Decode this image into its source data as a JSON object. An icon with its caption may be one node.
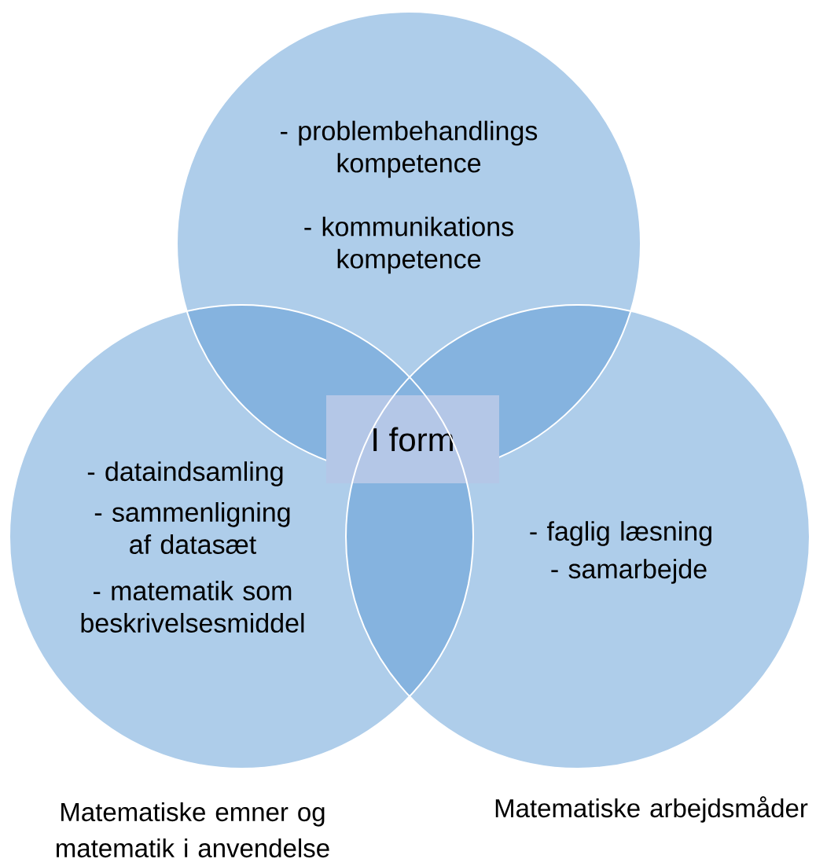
{
  "diagram": {
    "nodes": [
      {
        "text": [
          "- problembehandlings kompetence",
          "- kommunikations kompetence"
        ]
      },
      {
        "text": [
          "I form"
        ]
      },
      {
        "text": [
          "- dataindsamling",
          "- sammenligning af datasæt",
          "- matematik som beskrivelsesmiddel"
        ],
        "beside": [
          "Matematiske emner og matematik i anvendelse"
        ]
      },
      {
        "text": [
          "- faglig læsning",
          "- samarbejde"
        ],
        "beside": [
          "Matematiske arbejdsmåder"
        ]
      }
    ],
    "edges": []
  }
}
